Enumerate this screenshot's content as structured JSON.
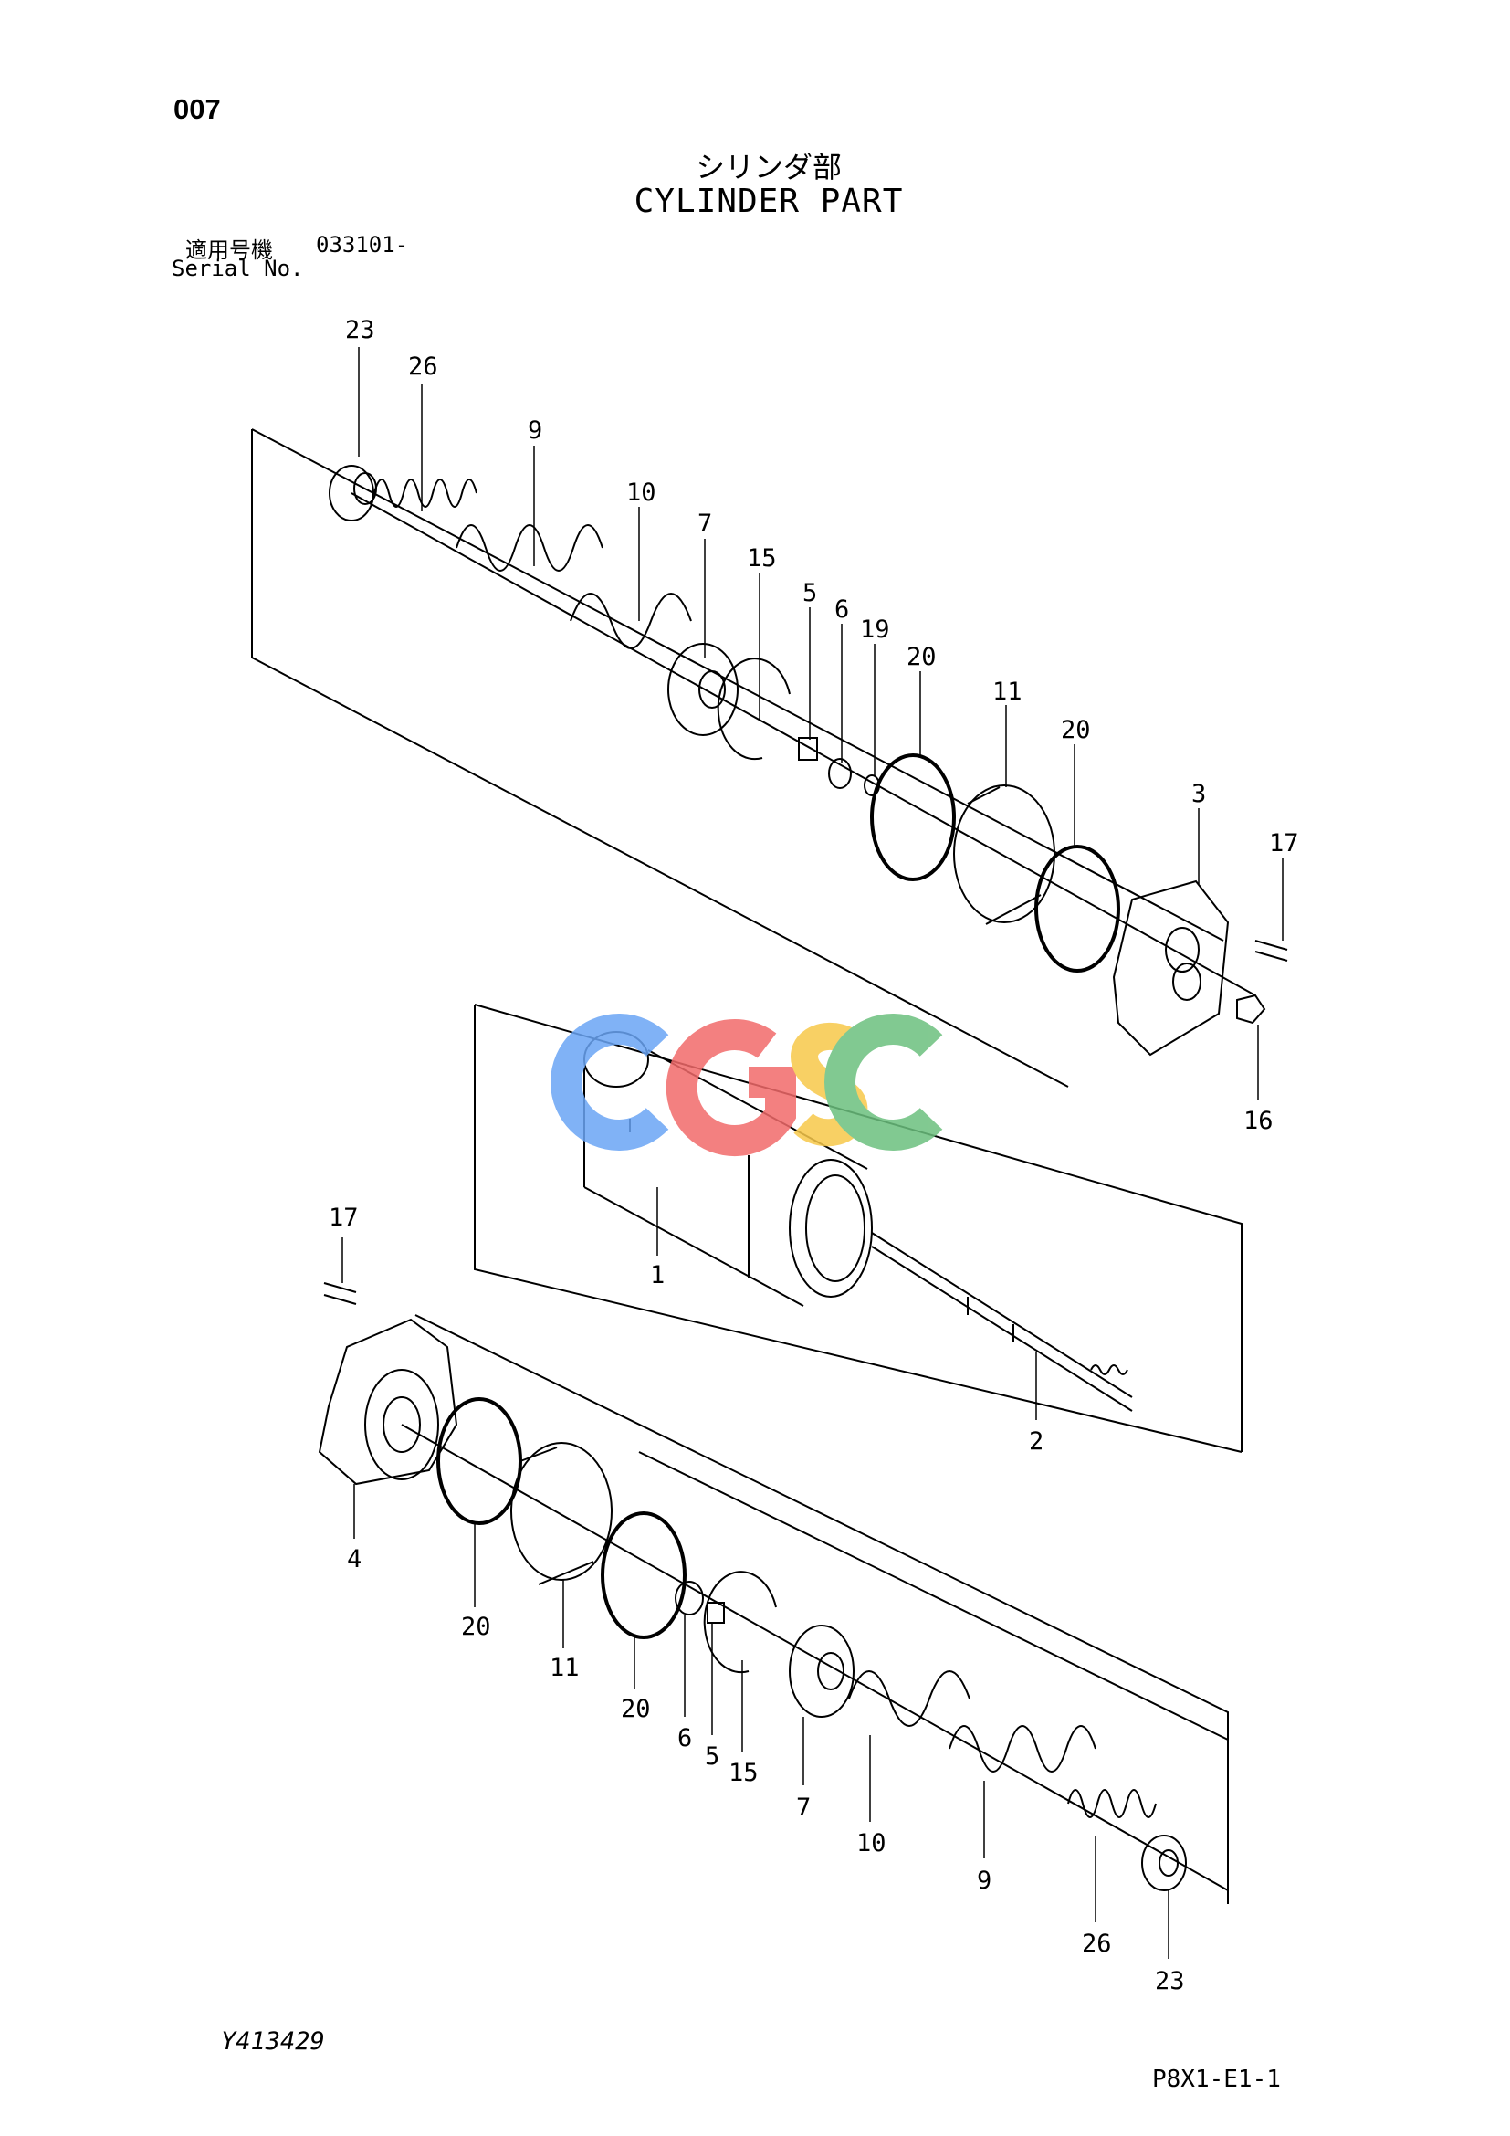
{
  "header": {
    "page_number": "007",
    "title_jp": "シリンダ部",
    "title_en": "CYLINDER PART",
    "serial_label_jp": "適用号機",
    "serial_range": "033101-",
    "serial_label_en": "Serial No."
  },
  "footer": {
    "drawing_number": "Y413429",
    "page_code": "P8X1-E1-1"
  },
  "watermark": {
    "text": "CGSC",
    "colors": [
      "#6aa5f5",
      "#f16a6a",
      "#f7c84a",
      "#6cc07e"
    ]
  },
  "callouts": {
    "top": [
      "23",
      "26",
      "9",
      "10",
      "7",
      "15",
      "5",
      "6",
      "19",
      "20",
      "11",
      "20",
      "3",
      "17",
      "16"
    ],
    "middle": [
      "1",
      "2"
    ],
    "bottom": [
      "17",
      "4",
      "20",
      "11",
      "20",
      "6",
      "5",
      "15",
      "7",
      "10",
      "9",
      "26",
      "23"
    ]
  }
}
